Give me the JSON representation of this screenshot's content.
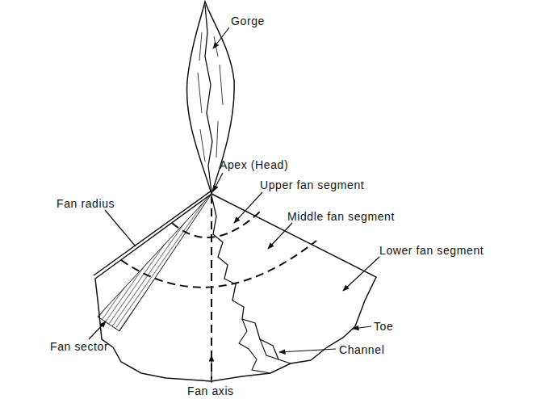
{
  "diagram": {
    "labels": [
      "Gorge",
      "Apex (Head)",
      "Upper fan segment",
      "Fan radius",
      "Middle fan segment",
      "Lower fan segment",
      "Toe",
      "Channel",
      "Fan sector",
      "Fan axis"
    ]
  }
}
